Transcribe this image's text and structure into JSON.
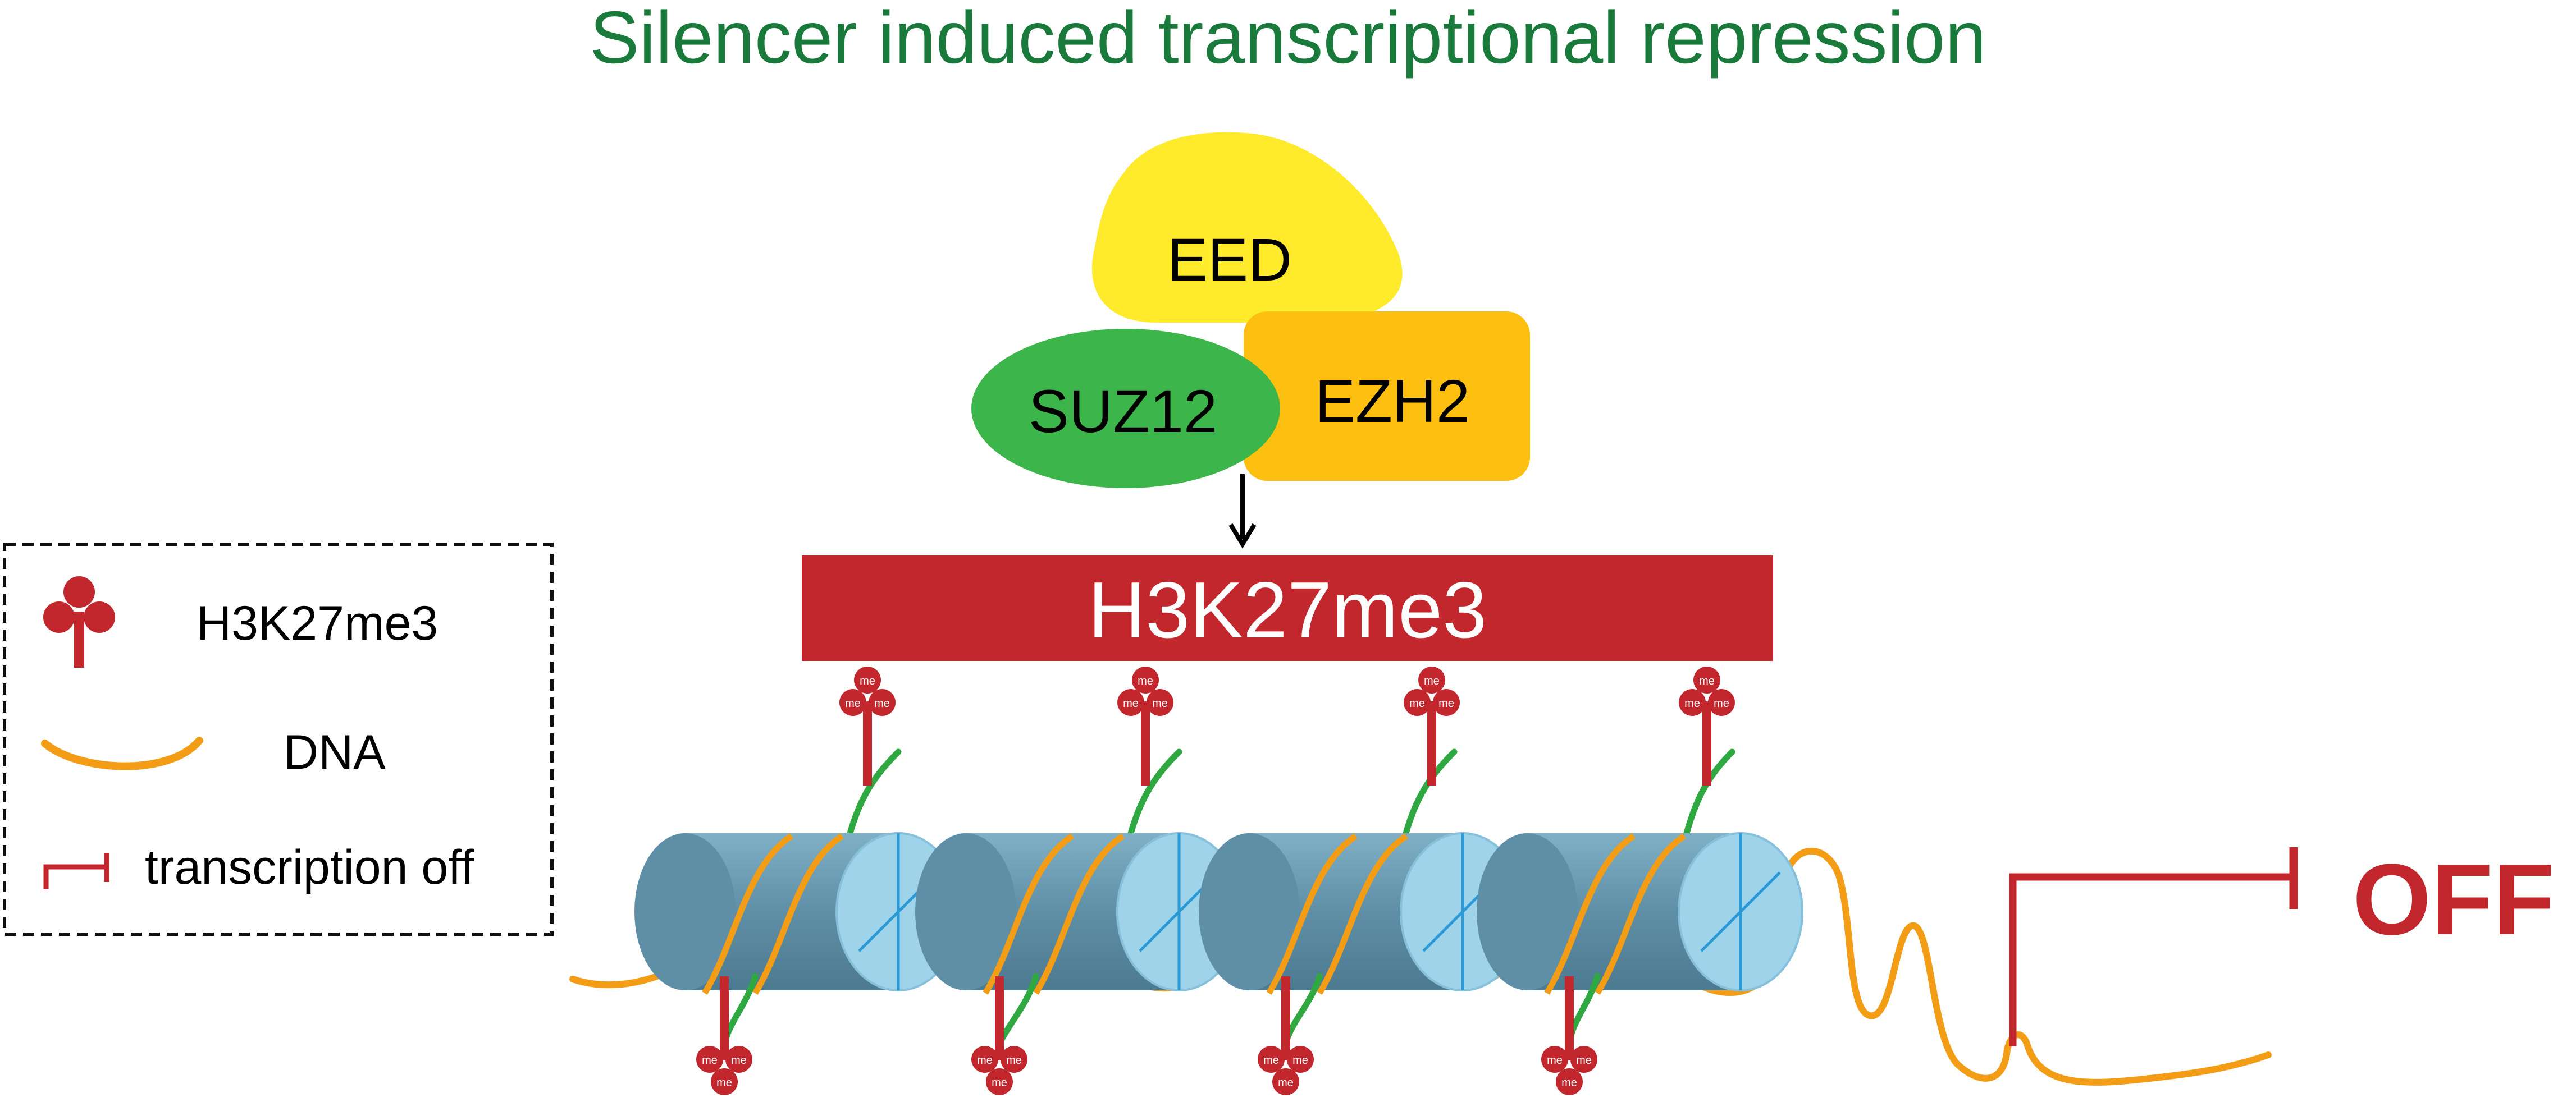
{
  "title": "Silencer induced transcriptional repression",
  "complex": {
    "eed": "EED",
    "suz12": "SUZ12",
    "ezh2": "EZH2"
  },
  "mark_bar": "H3K27me3",
  "me_label": "me",
  "off_label": "OFF",
  "legend": {
    "mark": "H3K27me3",
    "dna": "DNA",
    "transcription": "transcription off"
  },
  "colors": {
    "title": "#1a7a3c",
    "red": "#c1272d",
    "eed": "#ffea2b",
    "suz12": "#3cb54a",
    "ezh2": "#fdbf10",
    "dna": "#f39c16",
    "tail": "#2fa842",
    "histone_side": "#6a9cb3",
    "histone_face": "#9fd3ea",
    "histone_line": "#2a9ad6"
  }
}
